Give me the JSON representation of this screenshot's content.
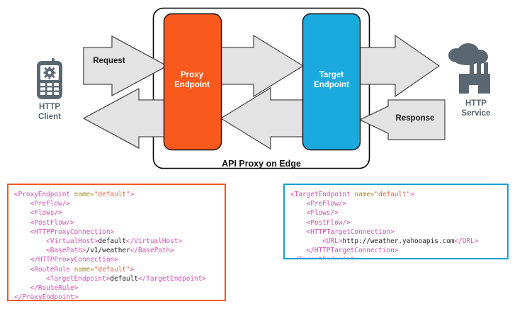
{
  "diagram": {
    "title": "API Proxy on Edge",
    "nodes": {
      "http_client": {
        "label": "HTTP\nClient",
        "icon": "mobile-phone-gear-icon",
        "color": "#5b6770"
      },
      "proxy_endpoint": {
        "label": "Proxy\nEndpoint",
        "color": "#f9591c",
        "text_color": "#ffffff"
      },
      "target_endpoint": {
        "label": "Target\nEndpoint",
        "color": "#1aaade",
        "text_color": "#ffffff"
      },
      "http_service": {
        "label": "HTTP\nService",
        "icon": "factory-cloud-icon",
        "color": "#5b6770"
      }
    },
    "arrows": [
      {
        "name": "request-arrow",
        "label": "Request",
        "direction": "right"
      },
      {
        "name": "client-return-arrow",
        "label": "",
        "direction": "left"
      },
      {
        "name": "proxy-to-target-arrow",
        "label": "",
        "direction": "right"
      },
      {
        "name": "target-to-proxy-arrow",
        "label": "",
        "direction": "left"
      },
      {
        "name": "target-to-service-arrow",
        "label": "",
        "direction": "right"
      },
      {
        "name": "response-arrow",
        "label": "Response",
        "direction": "left"
      }
    ],
    "container_border_color": "#000000",
    "arrow_fill": "#e3e3e3",
    "arrow_stroke": "#4d4d4d"
  },
  "code_blocks": {
    "proxy": {
      "border_color": "#f15a22",
      "lines": [
        [
          {
            "t": "tag",
            "s": "<ProxyEndpoint "
          },
          {
            "t": "attr",
            "s": "name="
          },
          {
            "t": "val",
            "s": "\"default\""
          },
          {
            "t": "tag",
            "s": ">"
          }
        ],
        [
          {
            "t": "txt",
            "s": "    "
          },
          {
            "t": "tag",
            "s": "<PreFlow/>"
          }
        ],
        [
          {
            "t": "txt",
            "s": "    "
          },
          {
            "t": "tag",
            "s": "<Flows/>"
          }
        ],
        [
          {
            "t": "txt",
            "s": "    "
          },
          {
            "t": "tag",
            "s": "<PostFlow/>"
          }
        ],
        [
          {
            "t": "txt",
            "s": "    "
          },
          {
            "t": "tag",
            "s": "<HTTPProxyConnection>"
          }
        ],
        [
          {
            "t": "txt",
            "s": "        "
          },
          {
            "t": "tag",
            "s": "<VirtualHost>"
          },
          {
            "t": "txt",
            "s": "default"
          },
          {
            "t": "tag",
            "s": "</VirtualHost>"
          }
        ],
        [
          {
            "t": "txt",
            "s": "        "
          },
          {
            "t": "tag",
            "s": "<BasePath>"
          },
          {
            "t": "txt",
            "s": "/v1/weather"
          },
          {
            "t": "tag",
            "s": "</BasePath>"
          }
        ],
        [
          {
            "t": "txt",
            "s": "    "
          },
          {
            "t": "tag",
            "s": "</HTTPProxyConnection>"
          }
        ],
        [
          {
            "t": "txt",
            "s": "    "
          },
          {
            "t": "tag",
            "s": "<RouteRule "
          },
          {
            "t": "attr",
            "s": "name="
          },
          {
            "t": "val",
            "s": "\"default\""
          },
          {
            "t": "tag",
            "s": ">"
          }
        ],
        [
          {
            "t": "txt",
            "s": "        "
          },
          {
            "t": "tag",
            "s": "<TargetEndpoint>"
          },
          {
            "t": "txt",
            "s": "default"
          },
          {
            "t": "tag",
            "s": "</TargetEndpoint>"
          }
        ],
        [
          {
            "t": "txt",
            "s": "    "
          },
          {
            "t": "tag",
            "s": "</RouteRule>"
          }
        ],
        [
          {
            "t": "tag",
            "s": "</ProxyEndpoint>"
          }
        ]
      ]
    },
    "target": {
      "border_color": "#10a0d4",
      "lines": [
        [
          {
            "t": "tag",
            "s": "<TargetEndpoint "
          },
          {
            "t": "attr",
            "s": "name="
          },
          {
            "t": "val",
            "s": "\"default\""
          },
          {
            "t": "tag",
            "s": ">"
          }
        ],
        [
          {
            "t": "txt",
            "s": "    "
          },
          {
            "t": "tag",
            "s": "<PreFlow/>"
          }
        ],
        [
          {
            "t": "txt",
            "s": "    "
          },
          {
            "t": "tag",
            "s": "<Flows/>"
          }
        ],
        [
          {
            "t": "txt",
            "s": "    "
          },
          {
            "t": "tag",
            "s": "<PostFlow/>"
          }
        ],
        [
          {
            "t": "txt",
            "s": "    "
          },
          {
            "t": "tag",
            "s": "<HTTPTargetConnection>"
          }
        ],
        [
          {
            "t": "txt",
            "s": "        "
          },
          {
            "t": "tag",
            "s": "<URL>"
          },
          {
            "t": "txt",
            "s": "http://weather.yahooapis.com"
          },
          {
            "t": "tag",
            "s": "</URL>"
          }
        ],
        [
          {
            "t": "txt",
            "s": "    "
          },
          {
            "t": "tag",
            "s": "</HTTPTargetConnection>"
          }
        ],
        [
          {
            "t": "tag",
            "s": "</TargetEndpoint>"
          }
        ]
      ]
    }
  }
}
